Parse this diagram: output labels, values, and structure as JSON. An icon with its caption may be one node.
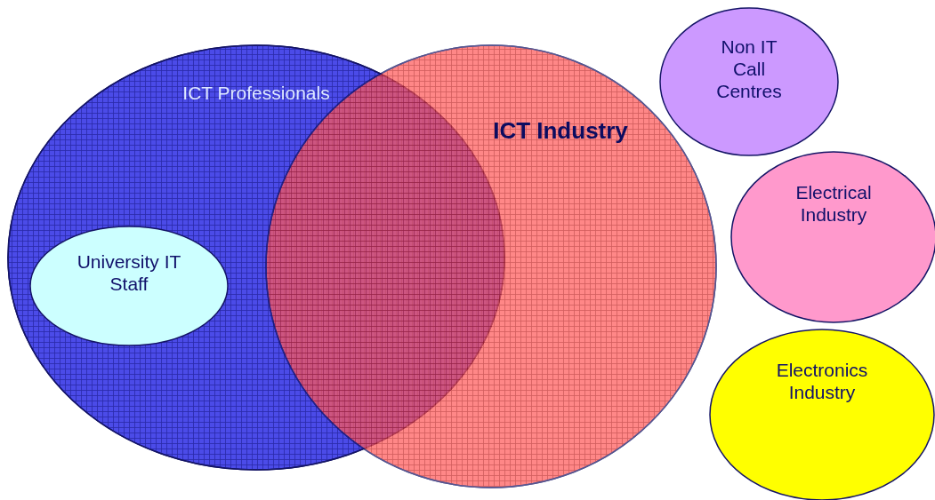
{
  "diagram": {
    "nodes": [
      {
        "text": [
          "ICT Professionals"
        ]
      },
      {
        "text": [
          "University IT Staff"
        ],
        "in": 0
      },
      {
        "text": [
          "ICT Industry"
        ]
      },
      {
        "text": [
          "Non IT Call Centres"
        ]
      },
      {
        "text": [
          "Electrical Industry"
        ]
      },
      {
        "text": [
          "Electronics Industry"
        ]
      }
    ]
  }
}
